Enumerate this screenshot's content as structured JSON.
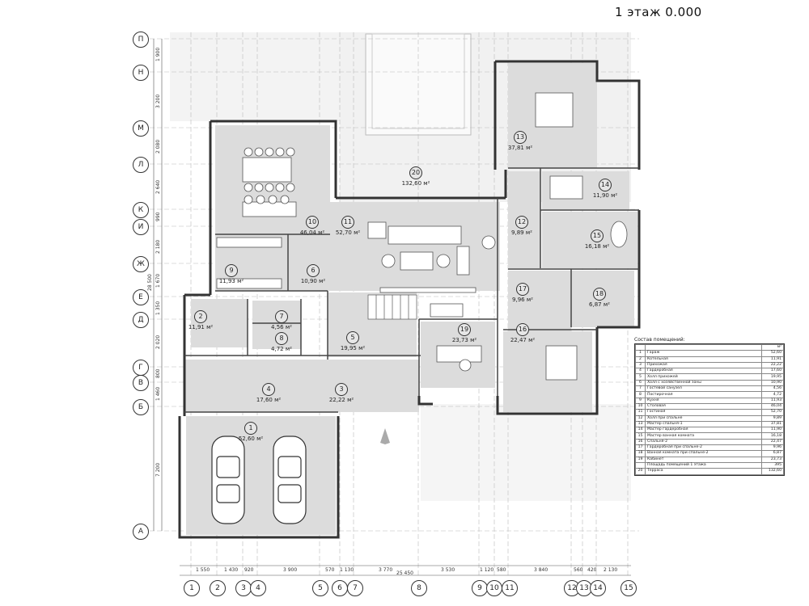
{
  "title": "1 этаж 0.000",
  "axes": {
    "columns": [
      "1",
      "2",
      "3",
      "4",
      "5",
      "6",
      "7",
      "8",
      "9",
      "10",
      "11",
      "12",
      "13",
      "14",
      "15"
    ],
    "rows": [
      "П",
      "Н",
      "М",
      "Л",
      "К",
      "И",
      "Ж",
      "Е",
      "Д",
      "Г",
      "В",
      "Б",
      "А"
    ]
  },
  "dimensions": {
    "bottom": [
      "1 550",
      "1 430",
      "920",
      "3 900",
      "570",
      "1 130",
      "3 770",
      "3 530",
      "1 120",
      "580",
      "3 840",
      "560",
      "420",
      "2 130"
    ],
    "bottom_total": "25 450",
    "left": [
      "1 900",
      "3 200",
      "2 080",
      "2 640",
      "990",
      "2 180",
      "1 670",
      "1 350",
      "2 020",
      "800",
      "1 460",
      "7 200"
    ],
    "left_total": "28 500"
  },
  "rooms": [
    {
      "num": "1",
      "area": "52,60 м²"
    },
    {
      "num": "2",
      "area": "11,91 м²"
    },
    {
      "num": "3",
      "area": "22,22 м²"
    },
    {
      "num": "4",
      "area": "17,60 м²"
    },
    {
      "num": "5",
      "area": "19,95 м²"
    },
    {
      "num": "6",
      "area": "10,90 м²"
    },
    {
      "num": "7",
      "area": "4,56 м²"
    },
    {
      "num": "8",
      "area": "4,72 м²"
    },
    {
      "num": "9",
      "area": "11,93 м²"
    },
    {
      "num": "10",
      "area": "46,04 м²"
    },
    {
      "num": "11",
      "area": "52,70 м²"
    },
    {
      "num": "12",
      "area": "9,89 м²"
    },
    {
      "num": "13",
      "area": "37,81 м²"
    },
    {
      "num": "14",
      "area": "11,90 м²"
    },
    {
      "num": "15",
      "area": "16,18 м²"
    },
    {
      "num": "16",
      "area": "22,47 м²"
    },
    {
      "num": "17",
      "area": "9,96 м²"
    },
    {
      "num": "18",
      "area": "6,87 м²"
    },
    {
      "num": "19",
      "area": "23,73 м²"
    },
    {
      "num": "20",
      "area": "132,60 м²"
    }
  ],
  "legend": {
    "title": "Состав помещений:",
    "unit": "м²",
    "rows": [
      {
        "n": "1",
        "name": "Гараж",
        "area": "52,60"
      },
      {
        "n": "2",
        "name": "Котельная",
        "area": "11,91"
      },
      {
        "n": "3",
        "name": "Прихожая",
        "area": "22,22"
      },
      {
        "n": "4",
        "name": "Гардеробная",
        "area": "17,60"
      },
      {
        "n": "5",
        "name": "Холл прихожей",
        "area": "19,95"
      },
      {
        "n": "6",
        "name": "Холл с хозяйственной зоны",
        "area": "10,90"
      },
      {
        "n": "7",
        "name": "Гостевой санузел",
        "area": "4,56"
      },
      {
        "n": "8",
        "name": "Постирочная",
        "area": "4,72"
      },
      {
        "n": "9",
        "name": "Кухня",
        "area": "11,93"
      },
      {
        "n": "10",
        "name": "Столовая",
        "area": "46,04"
      },
      {
        "n": "11",
        "name": "Гостиная",
        "area": "52,70"
      },
      {
        "n": "12",
        "name": "Холл при спальне",
        "area": "9,89"
      },
      {
        "n": "13",
        "name": "Мастер спальня-1",
        "area": "37,81"
      },
      {
        "n": "14",
        "name": "Мастер гардеробная",
        "area": "11,90"
      },
      {
        "n": "15",
        "name": "Мастер ванная комната",
        "area": "16,18"
      },
      {
        "n": "16",
        "name": "Спальня-2",
        "area": "22,47"
      },
      {
        "n": "17",
        "name": "Гардеробная при спальне-2",
        "area": "9,96"
      },
      {
        "n": "18",
        "name": "Ванная комната при спальне-2",
        "area": "6,87"
      },
      {
        "n": "19",
        "name": "Кабинет",
        "area": "23,73"
      },
      {
        "n": "",
        "name": "Площадь помещений 1 этажа",
        "area": "395"
      },
      {
        "n": "20",
        "name": "Терраса",
        "area": "132,60"
      }
    ]
  }
}
